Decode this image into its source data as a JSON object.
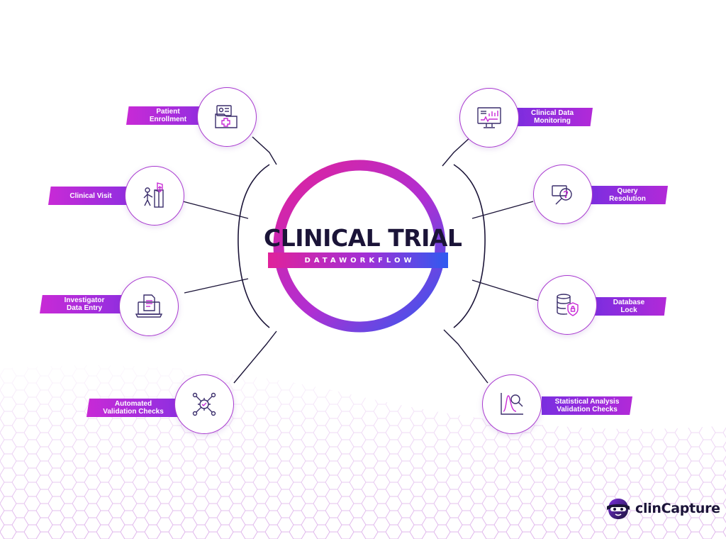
{
  "title": {
    "main": "CLINICAL TRIAL",
    "sub": "DATAWORKFLOW"
  },
  "nodes_left": [
    {
      "line1": "Patient",
      "line2": "Enrollment",
      "icon": "patient-folder-icon"
    },
    {
      "line1": "Clinical Visit",
      "line2": "",
      "icon": "clinic-visit-icon"
    },
    {
      "line1": "Investigator",
      "line2": "Data Entry",
      "icon": "laptop-document-icon"
    },
    {
      "line1": "Automated",
      "line2": "Validation Checks",
      "icon": "gear-network-icon"
    }
  ],
  "nodes_right": [
    {
      "line1": "Clinical Data",
      "line2": "Monitoring",
      "icon": "monitor-chart-icon"
    },
    {
      "line1": "Query",
      "line2": "Resolution",
      "icon": "search-question-icon"
    },
    {
      "line1": "Database",
      "line2": "Lock",
      "icon": "database-lock-icon"
    },
    {
      "line1": "Statistical Analysis",
      "line2": "Validation Checks",
      "icon": "chart-magnifier-icon"
    }
  ],
  "brand": {
    "name": "clinCapture"
  },
  "colors": {
    "pink": "#e0229b",
    "purple": "#a130d6",
    "blue": "#2f5af0",
    "navy": "#1b1438"
  }
}
